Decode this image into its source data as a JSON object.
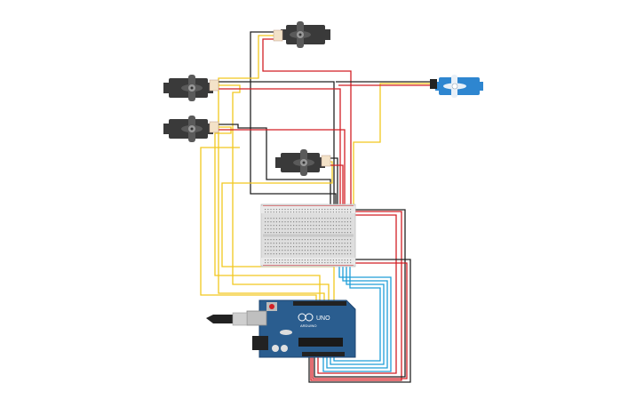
{
  "colors": {
    "red_wire": "#d21f25",
    "black_wire": "#222222",
    "yellow_wire": "#f2c81e",
    "blue_wire": "#1e9ed8",
    "servo_dark": "#3a3a3a",
    "servo_blue": "#2e86d0",
    "arduino_blue": "#2a5d8f",
    "breadboard": "#dedede"
  },
  "components": {
    "servos": [
      "servo-top",
      "servo-left-1",
      "servo-left-2",
      "servo-middle",
      "servo-right-blue"
    ],
    "breadboard": "breadboard",
    "board": "arduino-uno"
  },
  "arduino": {
    "logo": "UNO",
    "brand": "ARDUINO"
  }
}
